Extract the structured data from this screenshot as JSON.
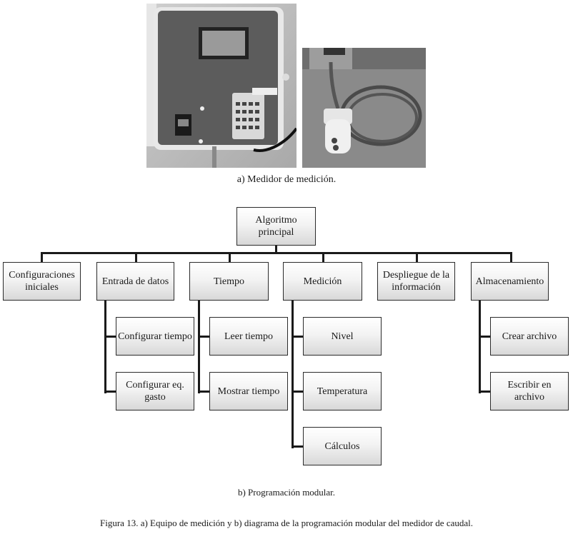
{
  "figure": {
    "photos": [
      {
        "name": "meter-box-photo",
        "description": "Caja del medidor con pantalla LCD, teclado y tarjeta SD"
      },
      {
        "name": "sensor-cable-photo",
        "description": "Sensor ultrasónico con cable enrollado"
      }
    ],
    "caption_a": "a) Medidor de medición.",
    "caption_b": "b) Programación modular.",
    "figure_caption": "Figura 13. a) Equipo de medición y b) diagrama de la programación modular del medidor de caudal."
  },
  "diagram": {
    "root": "Algoritmo principal",
    "modules": [
      {
        "label": "Configuraciones iniciales",
        "children": []
      },
      {
        "label": "Entrada de datos",
        "children": [
          "Configurar tiempo",
          "Configurar eq. gasto"
        ]
      },
      {
        "label": "Tiempo",
        "children": [
          "Leer tiempo",
          "Mostrar tiempo"
        ]
      },
      {
        "label": "Medición",
        "children": [
          "Nivel",
          "Temperatura",
          "Cálculos"
        ]
      },
      {
        "label": "Despliegue de la información",
        "children": []
      },
      {
        "label": "Almacenamiento",
        "children": [
          "Crear archivo",
          "Escribir en archivo"
        ]
      }
    ]
  }
}
